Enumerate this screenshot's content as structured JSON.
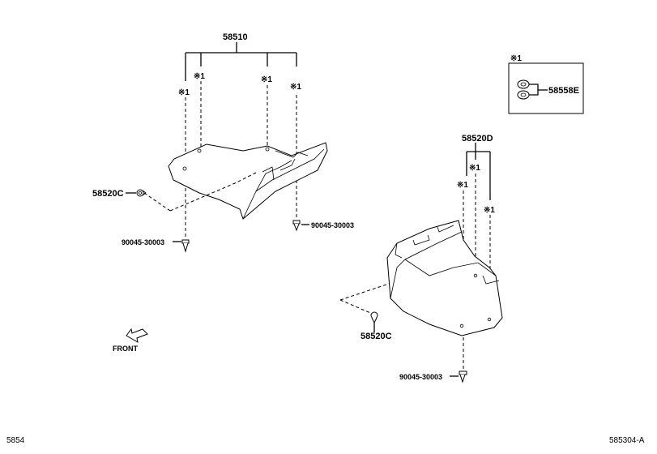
{
  "callouts": {
    "p58510": "58510",
    "p58520d": "58520D",
    "p58520c_left": "58520C",
    "p58520c_right": "58520C",
    "p58558e": "58558E",
    "bolt_left": "90045-30003",
    "bolt_mid": "90045-30003",
    "bolt_right": "90045-30003"
  },
  "note_marks": {
    "m1": "※1",
    "m2": "※1",
    "m3": "※1",
    "m4": "※1",
    "m5": "※1",
    "m6": "※1",
    "m7": "※1",
    "legend_mark": "※1"
  },
  "front_label": "FRONT",
  "footer": {
    "left_code": "5854",
    "right_code": "585304-A"
  }
}
